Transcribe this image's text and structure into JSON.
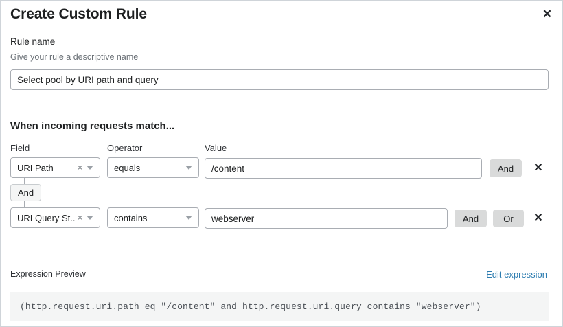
{
  "dialog": {
    "title": "Create Custom Rule",
    "close_icon": "close-icon"
  },
  "rule_name": {
    "label": "Rule name",
    "help": "Give your rule a descriptive name",
    "value": "Select pool by URI path and query",
    "placeholder": "Select pool by URI path and query"
  },
  "match_section": {
    "heading": "When incoming requests match...",
    "columns": {
      "field": "Field",
      "operator": "Operator",
      "value": "Value"
    },
    "rows": [
      {
        "field": "URI Path",
        "field_clear_icon": "clear-icon",
        "field_caret_icon": "chevron-down-icon",
        "operator": "equals",
        "operator_caret_icon": "chevron-down-icon",
        "value": "/content",
        "buttons": [
          "And"
        ],
        "delete_icon": "close-icon"
      },
      {
        "field": "URI Query St...",
        "field_clear_icon": "clear-icon",
        "field_caret_icon": "chevron-down-icon",
        "operator": "contains",
        "operator_caret_icon": "chevron-down-icon",
        "value": "webserver",
        "buttons": [
          "And",
          "Or"
        ],
        "delete_icon": "close-icon"
      }
    ],
    "connector": "And"
  },
  "expression_preview": {
    "label": "Expression Preview",
    "edit_link": "Edit expression",
    "expression": "(http.request.uri.path eq \"/content\" and http.request.uri.query contains \"webserver\")"
  },
  "colors": {
    "link": "#2c7cb0",
    "button_bg": "#d9dada",
    "preview_bg": "#f4f5f5",
    "border": "#a9adb3"
  }
}
